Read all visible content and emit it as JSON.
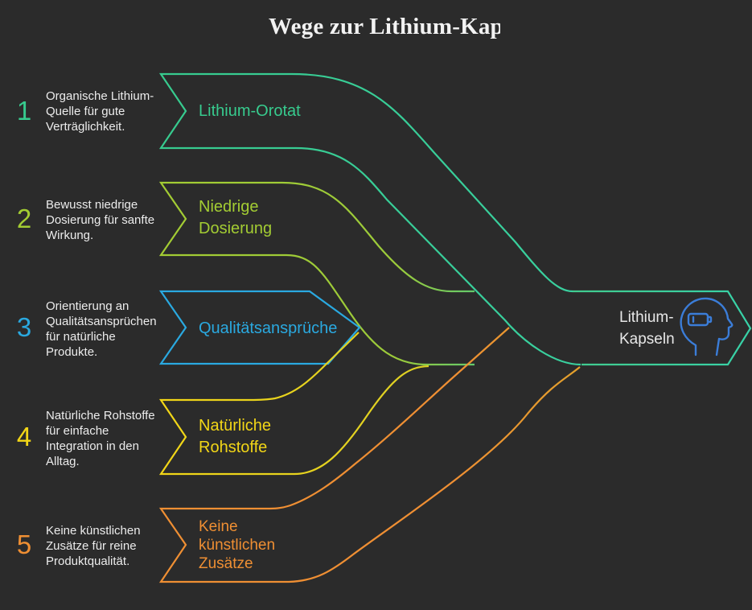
{
  "title": {
    "text": "Wege zur Lithium-Kap"
  },
  "background_color": "#2b2b2b",
  "rows": [
    {
      "num": "1",
      "color": "#37cb8e",
      "desc": "Organische Lithium-Quelle für gute Verträglichkeit.",
      "desc_lines": [
        "Organische Lithium-",
        "Quelle für gute",
        "Verträglichkeit."
      ],
      "label": "Lithium-Orotat",
      "label_lines": [
        "Lithium-Orotat"
      ]
    },
    {
      "num": "2",
      "color": "#a3cc33",
      "desc": "Bewusst niedrige Dosierung für sanfte Wirkung.",
      "desc_lines": [
        "Bewusst niedrige",
        "Dosierung für sanfte",
        "Wirkung."
      ],
      "label": "Niedrige Dosierung",
      "label_lines": [
        "Niedrige",
        "Dosierung"
      ]
    },
    {
      "num": "3",
      "color": "#2aa9e0",
      "desc": "Orientierung an Qualitätsansprüchen für natürliche Produkte.",
      "desc_lines": [
        "Orientierung an",
        "Qualitätsansprüchen",
        "für natürliche",
        "Produkte."
      ],
      "label": "Qualitätsansprüche",
      "label_lines": [
        "Qualitätsansprüche"
      ]
    },
    {
      "num": "4",
      "color": "#f2d617",
      "desc": "Natürliche Rohstoffe für einfache Integration in den Alltag.",
      "desc_lines": [
        "Natürliche Rohstoffe",
        "für einfache",
        "Integration in den",
        "Alltag."
      ],
      "label": "Natürliche Rohstoffe",
      "label_lines": [
        "Natürliche",
        "Rohstoffe"
      ]
    },
    {
      "num": "5",
      "color": "#ef8f33",
      "desc": "Keine künstlichen Zusätze für reine Produktqualität.",
      "desc_lines": [
        "Keine künstlichen",
        "Zusätze für reine",
        "Produktqualität."
      ],
      "label": "Keine künstlichen Zusätze",
      "label_lines": [
        "Keine",
        "künstlichen",
        "Zusätze"
      ]
    }
  ],
  "output": {
    "label": "Lithium-Kapseln",
    "label_lines": [
      "Lithium-",
      "Kapseln"
    ],
    "outline_color": "#3ccf9a",
    "icon": "head-battery-icon",
    "icon_color": "#3b7dd8"
  }
}
